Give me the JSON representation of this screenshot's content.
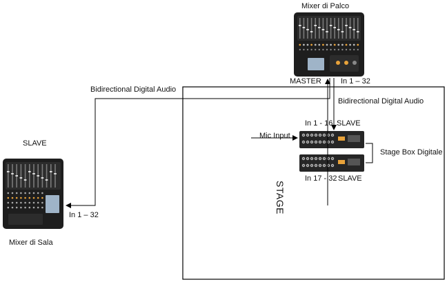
{
  "labels": {
    "mixer_palco": "Mixer di Palco",
    "master": "MASTER",
    "in_master": "In 1 – 32",
    "bidi_top": "Bidirectional Digital Audio",
    "bidi_right": "Bidirectional Digital Audio",
    "slave_left": "SLAVE",
    "in_sala": "In 1 – 32",
    "mixer_sala": "Mixer di Sala",
    "mic_input": "Mic Input",
    "in_1_16": "In 1 - 16",
    "slave_top_box": "SLAVE",
    "stage_box": "Stage Box Digitale",
    "in_17_32": "In 17 - 32",
    "slave_bottom_box": "SLAVE",
    "stage": "STAGE"
  },
  "colors": {
    "line": "#000000",
    "mixer_body": "#1e1e1e",
    "mixer_panel": "#2c2c2c",
    "fader_accent": "#e8a23a",
    "screen": "#9fb4c8",
    "stagebox_body": "#262626"
  }
}
